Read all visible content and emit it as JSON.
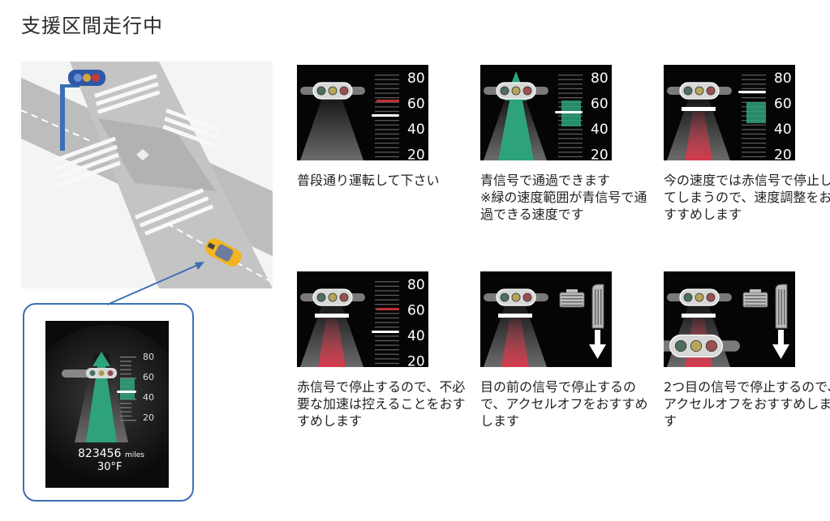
{
  "title": "支援区間走行中",
  "speed_scale": [
    "80",
    "60",
    "40",
    "20"
  ],
  "cluster": {
    "scale": [
      "80",
      "60",
      "40",
      "20"
    ],
    "odometer": "823456",
    "odometer_unit": "miles",
    "temperature": "30°F"
  },
  "panels": [
    {
      "caption": "普段通り運転して下さい",
      "mode": "normal"
    },
    {
      "caption": "青信号で通過できます\n※緑の速度範囲が青信号で通過できる速度です",
      "mode": "green"
    },
    {
      "caption": "今の速度では赤信号で停止してしまうので、速度調整をおすすめします",
      "mode": "adjust"
    },
    {
      "caption": "赤信号で停止するので、不必要な加速は控えることをおすすめします",
      "mode": "red-stop"
    },
    {
      "caption": "目の前の信号で停止するので、アクセルオフをおすすめします",
      "mode": "accel-off"
    },
    {
      "caption": "2つ目の信号で停止するので、アクセルオフをおすすめします",
      "mode": "accel-off-2"
    }
  ],
  "colors": {
    "green_band": "#2ea37a",
    "red_band": "#d8384a",
    "callout_border": "#3b6fb5",
    "car": "#f2b51f"
  }
}
